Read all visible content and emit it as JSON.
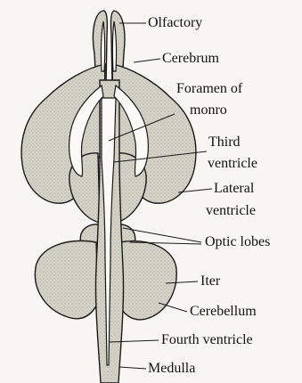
{
  "labels": {
    "olfactory": "Olfactory",
    "cerebrum": "Cerebrum",
    "foramen_line1": "Foramen of",
    "foramen_line2": "monro",
    "third_line1": "Third",
    "third_line2": "ventricle",
    "lateral_line1": "Lateral",
    "lateral_line2": "ventricle",
    "optic_lobes": "Optic lobes",
    "iter": "Iter",
    "cerebellum": "Cerebellum",
    "fourth_ventricle": "Fourth ventricle",
    "medulla": "Medulla"
  },
  "colors": {
    "tissue": "#d4d1c6",
    "cavity": "#fbfaf6",
    "outline": "#1a1a1a",
    "background": "#f7f6f2"
  }
}
